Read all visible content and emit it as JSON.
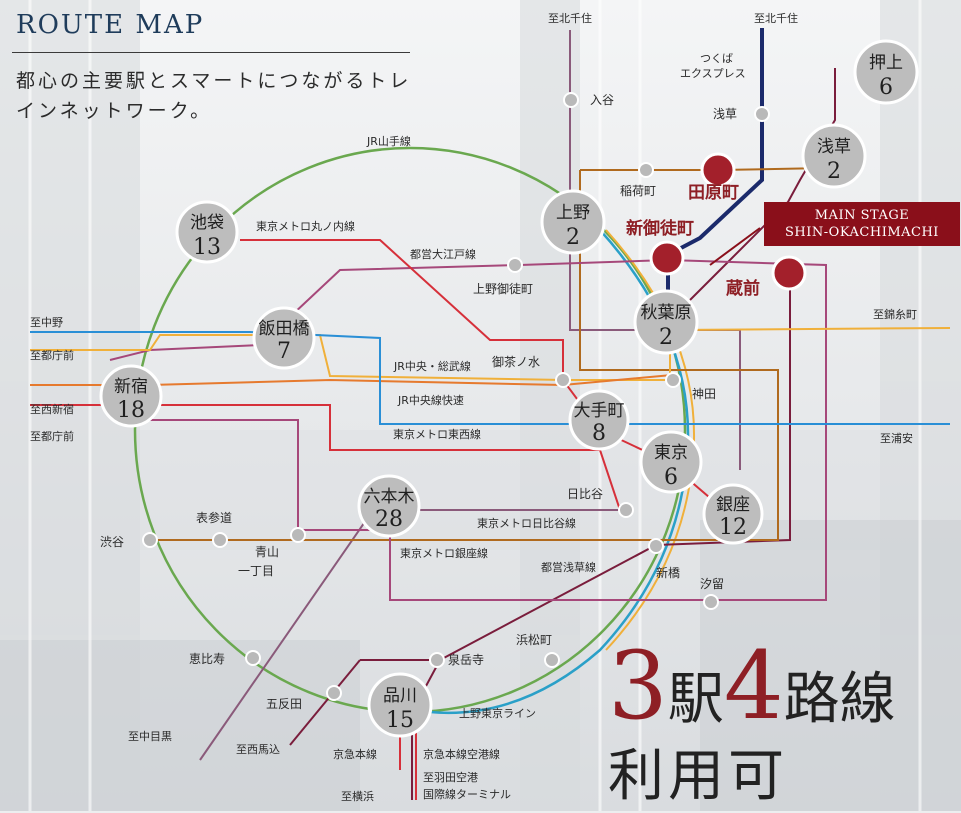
{
  "header": {
    "title": "ROUTE MAP",
    "subtitle": "都心の主要駅とスマートにつながるトレインネットワーク。"
  },
  "main_stage": {
    "line1": "MAIN STAGE",
    "line2": "SHIN-OKACHIMACHI"
  },
  "summary": {
    "num_stations": "3",
    "stations_word": "駅",
    "num_lines": "4",
    "lines_word": "路線",
    "available": "利用可"
  },
  "colors": {
    "yamanote": "#6aa84f",
    "marunouchi": "#d6303a",
    "oedo": "#a6487a",
    "tsukuba": "#1b2a6b",
    "ginza": "#b06a1e",
    "hibiya": "#8a8a8a",
    "chuo_sobu": "#f0b03a",
    "chuo_rapid": "#e67a2e",
    "tozai": "#2a8fd6",
    "asakusa": "#7a1d3c",
    "keihin": "#2aa0c8",
    "highlight": "#8e1f25",
    "station_grey": "#b5b5b5"
  },
  "stations": {
    "ikebukuro": {
      "name": "池袋",
      "min": "13"
    },
    "shinjuku": {
      "name": "新宿",
      "min": "18"
    },
    "iidabashi": {
      "name": "飯田橋",
      "min": "7"
    },
    "ueno": {
      "name": "上野",
      "min": "2"
    },
    "akihabara": {
      "name": "秋葉原",
      "min": "2"
    },
    "otemachi": {
      "name": "大手町",
      "min": "8"
    },
    "tokyo": {
      "name": "東京",
      "min": "6"
    },
    "ginza": {
      "name": "銀座",
      "min": "12"
    },
    "roppongi": {
      "name": "六本木",
      "min": "28"
    },
    "shinagawa": {
      "name": "品川",
      "min": "15"
    },
    "asakusa": {
      "name": "浅草",
      "min": "2"
    },
    "oshiage": {
      "name": "押上",
      "min": "6"
    },
    "tawaramachi": {
      "name": "田原町"
    },
    "shinokachimachi": {
      "name": "新御徒町"
    },
    "kuramae": {
      "name": "蔵前"
    },
    "iriya": {
      "name": "入谷"
    },
    "inaricho": {
      "name": "稲荷町"
    },
    "asakusa_tx": {
      "name": "浅草"
    },
    "ueno_okachimachi": {
      "name": "上野御徒町"
    },
    "ochanomizu": {
      "name": "御茶ノ水"
    },
    "kanda": {
      "name": "神田"
    },
    "hibiya": {
      "name": "日比谷"
    },
    "shinbashi": {
      "name": "新橋"
    },
    "shiodome": {
      "name": "汐留"
    },
    "hamamatsucho": {
      "name": "浜松町"
    },
    "sengakuji": {
      "name": "泉岳寺"
    },
    "gotanda": {
      "name": "五反田"
    },
    "ebisu": {
      "name": "恵比寿"
    },
    "shibuya": {
      "name": "渋谷"
    },
    "omotesando": {
      "name": "表参道"
    },
    "aoyama": {
      "name": "青山"
    },
    "aoyama2": {
      "name": "一丁目"
    }
  },
  "lines": {
    "yamanote": "JR山手線",
    "marunouchi": "東京メトロ丸ノ内線",
    "oedo": "都営大江戸線",
    "tsukuba1": "つくば",
    "tsukuba2": "エクスプレス",
    "chuo_sobu": "JR中央・総武線",
    "chuo_rapid": "JR中央線快速",
    "tozai": "東京メトロ東西線",
    "hibiya": "東京メトロ日比谷線",
    "ginza": "東京メトロ銀座線",
    "asakusa": "都営浅草線",
    "ueno_tokyo": "上野東京ライン",
    "keikyu": "京急本線",
    "keikyu_airport": "京急本線空港線"
  },
  "directions": {
    "kitasenju_a": "至北千住",
    "kitasenju_b": "至北千住",
    "nakano": "至中野",
    "tochomae_a": "至都庁前",
    "nishishinjuku": "至西新宿",
    "tochomae_b": "至都庁前",
    "kinshicho": "至錦糸町",
    "urayasu": "至浦安",
    "nakameguro": "至中目黒",
    "nishimagome": "至西馬込",
    "yokohama": "至横浜",
    "haneda1": "至羽田空港",
    "haneda2": "国際線ターミナル"
  }
}
